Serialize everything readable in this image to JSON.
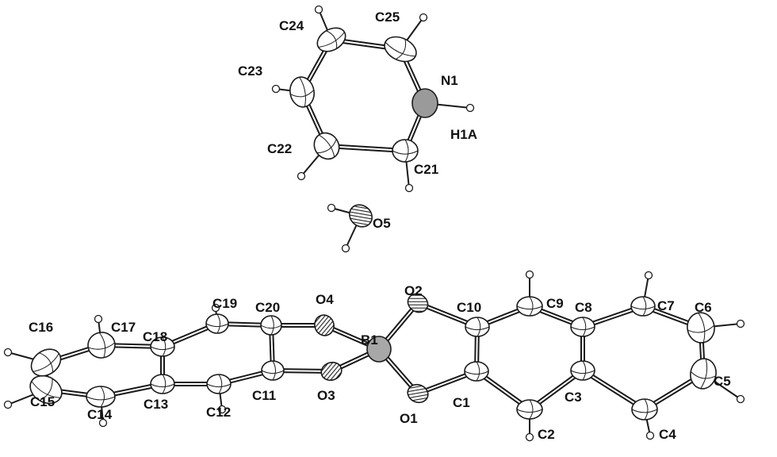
{
  "figure": {
    "atoms": [
      "C1",
      "C2",
      "C3",
      "C4",
      "C5",
      "C6",
      "C7",
      "C8",
      "C9",
      "C10",
      "C11",
      "C12",
      "C13",
      "C14",
      "C15",
      "C16",
      "C17",
      "C18",
      "C19",
      "C20",
      "C21",
      "C22",
      "C23",
      "C24",
      "C25",
      "N1",
      "H1A",
      "O1",
      "O2",
      "O3",
      "O4",
      "O5",
      "B1"
    ],
    "colors": {
      "bond": "#1a1a1a",
      "atom_fill": "#ffffff",
      "n_fill": "#9a9a9a",
      "b_fill": "#a8a8a8",
      "o_hatch": "#222222",
      "label": "#111111"
    }
  }
}
